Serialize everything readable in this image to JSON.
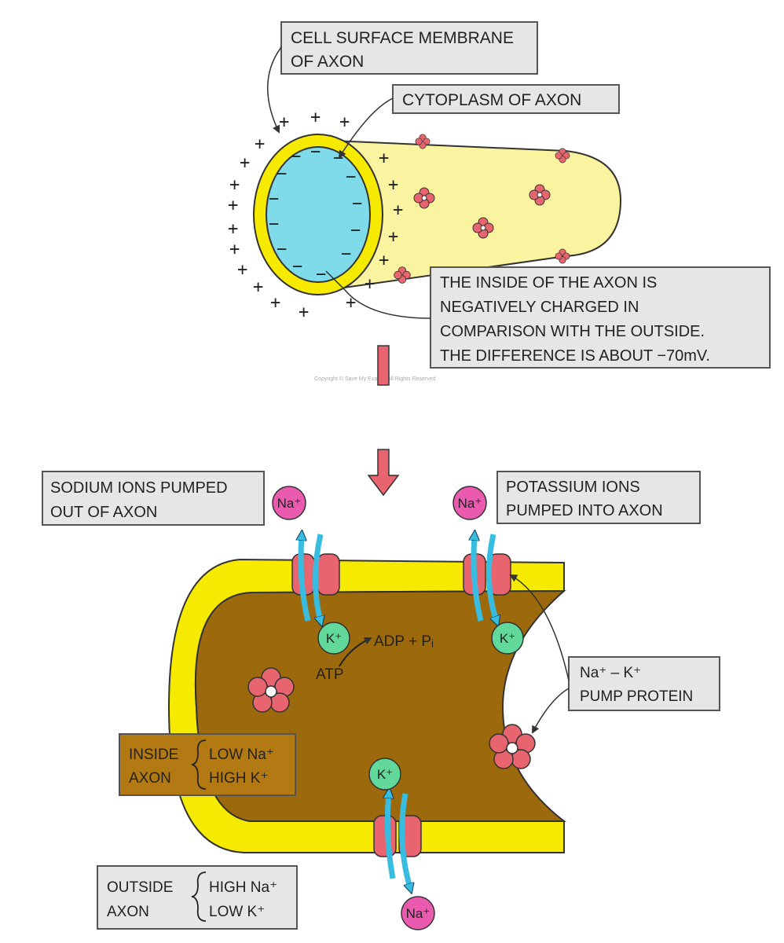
{
  "top": {
    "label_membrane": [
      "CELL SURFACE MEMBRANE",
      "OF AXON"
    ],
    "label_cytoplasm": "CYTOPLASM OF AXON",
    "label_charge": [
      "THE INSIDE OF THE AXON IS",
      "NEGATIVELY CHARGED IN",
      "COMPARISON WITH THE OUTSIDE.",
      "THE DIFFERENCE IS ABOUT −70mV."
    ],
    "copyright": "Copyright © Save My Exams. All Rights Reserved"
  },
  "bottom": {
    "label_sodium": [
      "SODIUM IONS PUMPED",
      "OUT OF AXON"
    ],
    "label_potassium": [
      "POTASSIUM IONS",
      "PUMPED INTO AXON"
    ],
    "label_pump": [
      "Na⁺ – K⁺",
      "PUMP PROTEIN"
    ],
    "atp": "ATP",
    "adp": "ADP + Pᵢ",
    "inside_box": {
      "title": [
        "INSIDE",
        "AXON"
      ],
      "rows": [
        "LOW Na⁺",
        "HIGH K⁺"
      ]
    },
    "outside_box": {
      "title": [
        "OUTSIDE",
        "AXON"
      ],
      "rows": [
        "HIGH Na⁺",
        "LOW K⁺"
      ]
    }
  },
  "ions": {
    "sodium": "Na⁺",
    "potassium": "K⁺"
  },
  "colors": {
    "membrane": "#f6ea00",
    "axon_outer": "#faf3a0",
    "cytoplasm": "#7fdbea",
    "axon_inner": "#9c6a0c",
    "protein": "#e8646e",
    "na_ion": "#ea5bb0",
    "k_ion": "#62d99a",
    "arrow": "#e8646e",
    "channel_arrow": "#38bde0"
  }
}
